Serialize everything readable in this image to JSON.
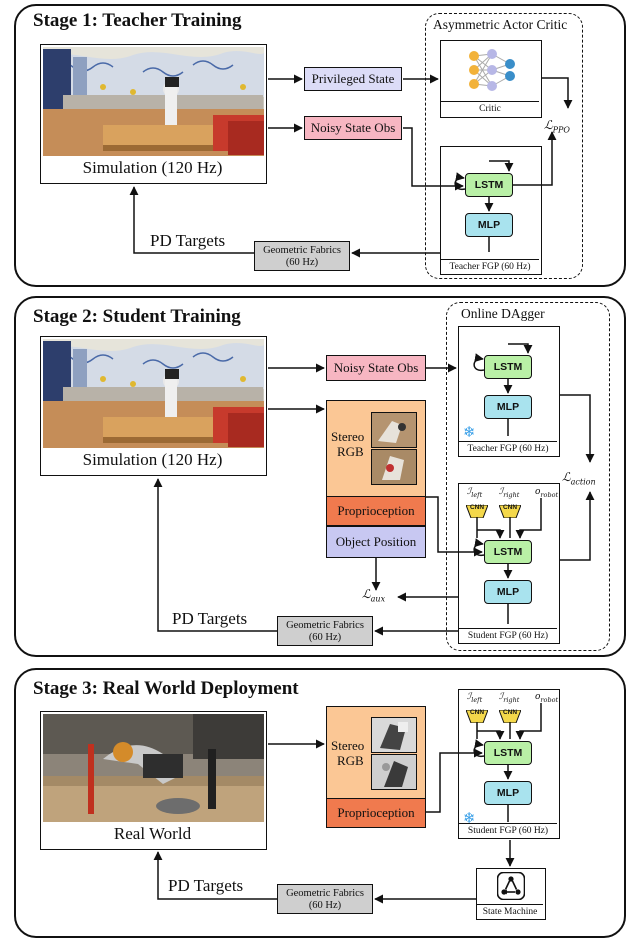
{
  "stage1": {
    "title": "Stage 1: Teacher Training",
    "sim_caption": "Simulation (120 Hz)",
    "privileged_state": "Privileged State",
    "noisy_state_obs": "Noisy State Obs",
    "aac_title": "Asymmetric Actor Critic",
    "critic_label": "Critic",
    "loss_ppo": "PPO",
    "lstm": "LSTM",
    "mlp": "MLP",
    "policy_label": "Teacher FGP (60 Hz)",
    "fabrics_line1": "Geometric Fabrics",
    "fabrics_line2": "(60 Hz)",
    "pd_targets": "PD Targets"
  },
  "stage2": {
    "title": "Stage 2: Student Training",
    "sim_caption": "Simulation (120 Hz)",
    "noisy_state_obs": "Noisy State Obs",
    "stereo_rgb_1": "Stereo",
    "stereo_rgb_2": "RGB",
    "proprioception": "Proprioception",
    "object_position": "Object Position",
    "dagger_title": "Online DAgger",
    "lstm": "LSTM",
    "mlp": "MLP",
    "teacher_label": "Teacher FGP (60 Hz)",
    "student_label": "Student FGP (60 Hz)",
    "loss_action": "action",
    "loss_aux": "aux",
    "cnn": "CNN",
    "i_left": "left",
    "i_right": "right",
    "o_robot": "robot",
    "fabrics_line1": "Geometric Fabrics",
    "fabrics_line2": "(60 Hz)",
    "pd_targets": "PD Targets"
  },
  "stage3": {
    "title": "Stage 3: Real World Deployment",
    "real_caption": "Real World",
    "stereo_rgb_1": "Stereo",
    "stereo_rgb_2": "RGB",
    "proprioception": "Proprioception",
    "lstm": "LSTM",
    "mlp": "MLP",
    "cnn": "CNN",
    "i_left": "left",
    "i_right": "right",
    "o_robot": "robot",
    "student_label": "Student FGP (60 Hz)",
    "state_machine": "State Machine",
    "fabrics_line1": "Geometric Fabrics",
    "fabrics_line2": "(60 Hz)",
    "pd_targets": "PD Targets"
  },
  "colors": {
    "privileged": "#dcdcf7",
    "noisy": "#f7b6c2",
    "orange_panel": "#fbc795",
    "proprio": "#f07a4e",
    "object_pos": "#c8c8f2",
    "lstm": "#b9f0a6",
    "mlp": "#a9e3ee",
    "fabrics": "#cfcfcf",
    "frozen": "#3aa0e8"
  },
  "icons": [
    "neural-network-icon",
    "snowflake-icon",
    "state-machine-icon",
    "cnn-trapezoid-icon"
  ]
}
